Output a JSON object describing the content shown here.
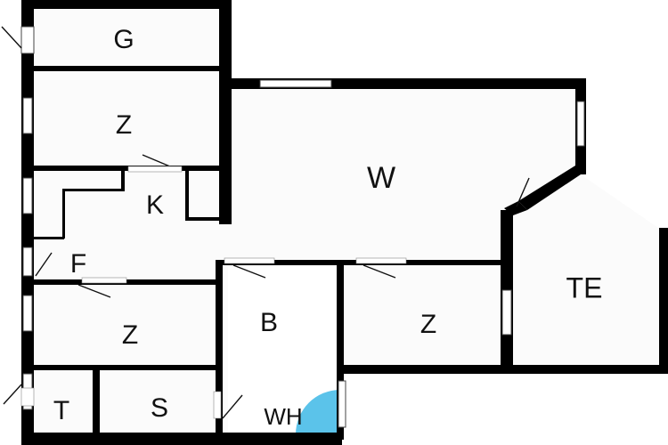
{
  "floor_plan": {
    "rooms": [
      {
        "id": "g",
        "label": "G"
      },
      {
        "id": "z1",
        "label": "Z"
      },
      {
        "id": "w",
        "label": "W"
      },
      {
        "id": "k",
        "label": "K"
      },
      {
        "id": "f",
        "label": "F"
      },
      {
        "id": "te",
        "label": "TE"
      },
      {
        "id": "z2",
        "label": "Z"
      },
      {
        "id": "b",
        "label": "B"
      },
      {
        "id": "z3",
        "label": "Z"
      },
      {
        "id": "t",
        "label": "T"
      },
      {
        "id": "s",
        "label": "S"
      },
      {
        "id": "wh",
        "label": "WH"
      }
    ],
    "colors": {
      "wall": "#000000",
      "floor": "#fbfbfb",
      "accent_quarter_circle": "#5bc3ea"
    }
  }
}
